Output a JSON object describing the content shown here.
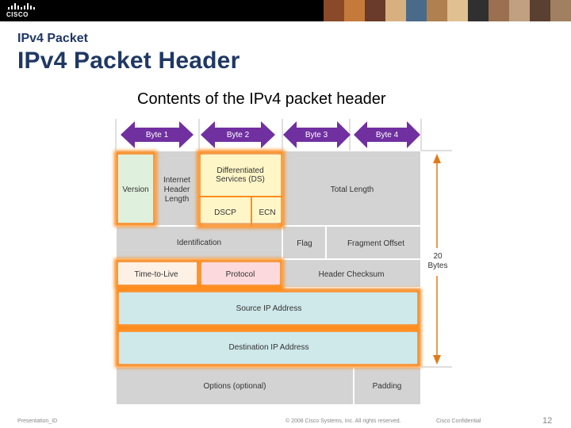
{
  "header": {
    "logo_text": "CISCO",
    "photo_colors": [
      "#8a4a2a",
      "#c47a3a",
      "#6a3a2a",
      "#d8b080",
      "#4a6a8a",
      "#b08050",
      "#e0c090",
      "#303030",
      "#9a7050",
      "#c0a080",
      "#5a4030",
      "#a08060"
    ]
  },
  "slide": {
    "subtitle": "IPv4 Packet",
    "title": "IPv4 Packet Header",
    "caption": "Contents of the IPv4 packet header"
  },
  "diagram": {
    "bytes": [
      "Byte 1",
      "Byte 2",
      "Byte 3",
      "Byte 4"
    ],
    "fields": {
      "version": "Version",
      "ihl": "Internet Header Length",
      "ds": "Differentiated Services (DS)",
      "dscp": "DSCP",
      "ecn": "ECN",
      "total_length": "Total Length",
      "identification": "Identification",
      "flag": "Flag",
      "fragment_offset": "Fragment Offset",
      "ttl": "Time-to-Live",
      "protocol": "Protocol",
      "header_checksum": "Header Checksum",
      "source_ip": "Source IP Address",
      "destination_ip": "Destination IP Address",
      "options": "Options (optional)",
      "padding": "Padding"
    },
    "size_label": [
      "20",
      "Bytes"
    ],
    "colors": {
      "cell_gray": "#d3d3d3",
      "arrow_purple": "#7030a0",
      "highlight_orange": "#ff8c1a",
      "version_fill": "#dff0dc",
      "ds_fill": "#fff6c8",
      "protocol_fill": "#fcd9dc",
      "ip_fill": "#cfe8ea",
      "length_arrow": "#e07b1a"
    }
  },
  "footer": {
    "left": "Presentation_ID",
    "center": "© 2008 Cisco Systems, Inc. All rights reserved.",
    "right": "Cisco Confidential",
    "page": "12"
  }
}
